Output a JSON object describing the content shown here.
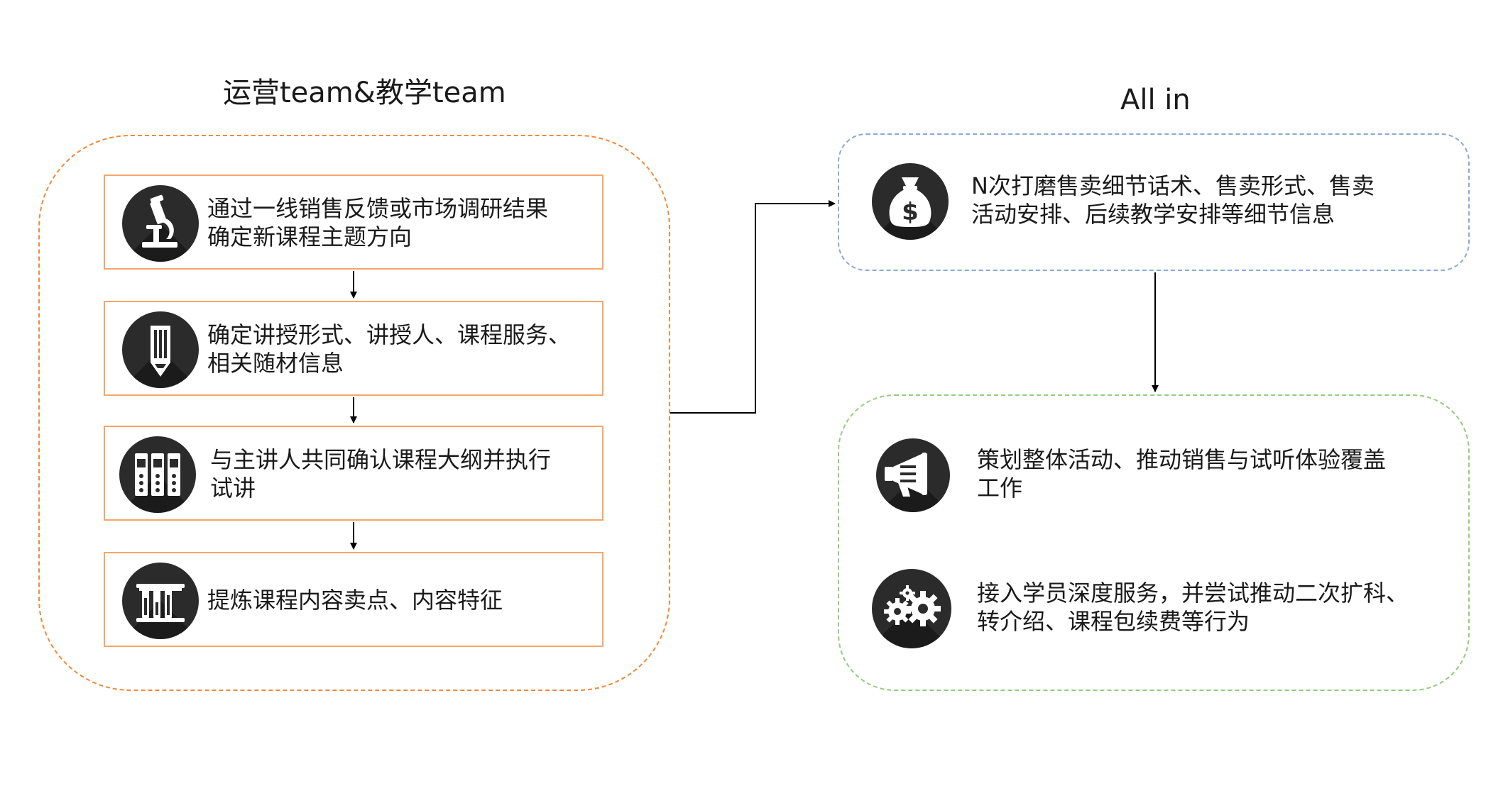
{
  "left_group": {
    "title": "运营team&教学team",
    "steps": [
      {
        "icon": "microscope-icon",
        "line1": "通过一线销售反馈或市场调研结果",
        "line2": "确定新课程主题方向"
      },
      {
        "icon": "pencil-icon",
        "line1": "确定讲授形式、讲授人、课程服务、",
        "line2": "相关随材信息"
      },
      {
        "icon": "binders-icon",
        "line1": "与主讲人共同确认课程大纲并执行",
        "line2": "试讲"
      },
      {
        "icon": "test-tubes-icon",
        "line1": "提炼课程内容卖点、内容特征",
        "line2": ""
      }
    ]
  },
  "right_group": {
    "title": "All in",
    "top_box": {
      "icon": "money-bag-icon",
      "line1": "N次打磨售卖细节话术、售卖形式、售卖",
      "line2": "活动安排、后续教学安排等细节信息"
    },
    "bottom_items": [
      {
        "icon": "megaphone-icon",
        "line1": "策划整体活动、推动销售与试听体验覆盖",
        "line2": "工作"
      },
      {
        "icon": "gears-icon",
        "line1": "接入学员深度服务，并尝试推动二次扩科、",
        "line2": "转介绍、课程包续费等行为"
      }
    ]
  },
  "colors": {
    "left_group_border": "#f08a3c",
    "step_border": "#f5a66a",
    "top_box_border": "#8aa8d8",
    "bottom_box_border": "#93cc7a",
    "icon_bg": "#2b2b2b",
    "arrow": "#000000"
  }
}
